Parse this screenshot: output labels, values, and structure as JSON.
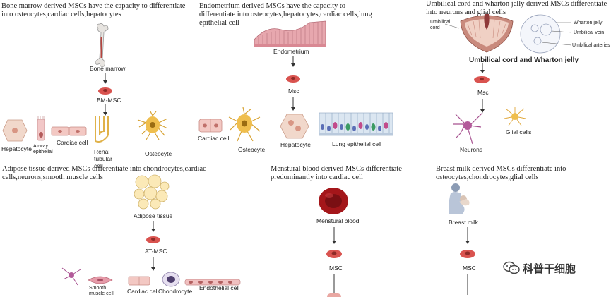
{
  "panels": {
    "bone_marrow": {
      "heading": "Bone marrow derived MSCs have the capacity to differentiate into osteocytes,cardiac cells,hepatocytes",
      "source_label": "Bone marrow",
      "msc_label": "BM-MSC",
      "cells": {
        "hepatocyte": "Hepatocyte",
        "airway": "Airway epithelial",
        "cardiac": "Cardiac cell",
        "renal": "Renal tubular cell",
        "osteocyte": "Osteocyte"
      }
    },
    "endometrium": {
      "heading": "Endometrium derived MSCs have the capacity to differentiate into osteocytes,hepatocytes,cardiac cells,lung epithelial cell",
      "source_label": "Endometrium",
      "msc_label": "Msc",
      "cells": {
        "cardiac": "Cardiac cell",
        "osteocyte": "Osteocyte",
        "hepatocyte": "Hepatocyte",
        "lung": "Lung epithelial cell"
      }
    },
    "umbilical": {
      "heading": "Umbilical cord and wharton jelly derived MSCs differentiate into neurons and glial cells",
      "source_label": "Umbilical cord and Wharton jelly",
      "inset_labels": {
        "cord": "Umbilical cord",
        "jelly": "Wharton jelly",
        "vein": "Umbilical vein",
        "arteries": "Umbilical arteries"
      },
      "msc_label": "Msc",
      "cells": {
        "neurons": "Neurons",
        "glial": "Glial cells"
      }
    },
    "adipose": {
      "heading": "Adipose tissue derived MSCs differentiate into chondrocytes,cardiac cells,neurons,smooth muscle cells",
      "source_label": "Adipose tissue",
      "msc_label": "AT-MSC",
      "cells": {
        "smooth": "Smooth muscle cell",
        "cardiac": "Cardiac cell",
        "chondrocyte": "Chondrocyte",
        "endothelial": "Endothelial cell"
      }
    },
    "menstrual": {
      "heading": "Menstural blood derived MSCs differentiate predominantly into cardiac cell",
      "source_label": "Menstural blood",
      "msc_label": "MSC"
    },
    "breast_milk": {
      "heading": "Breast milk derived MSCs differentiate into osteocytes,chondrocytes,glial cells",
      "source_label": "Breast milk",
      "msc_label": "MSC"
    }
  },
  "watermark": {
    "text": "科普干细胞",
    "icon": "wechat-icon"
  },
  "colors": {
    "msc_cell": "#d9534f",
    "blood_cell": "#a4161a",
    "arrow": "#333333"
  }
}
